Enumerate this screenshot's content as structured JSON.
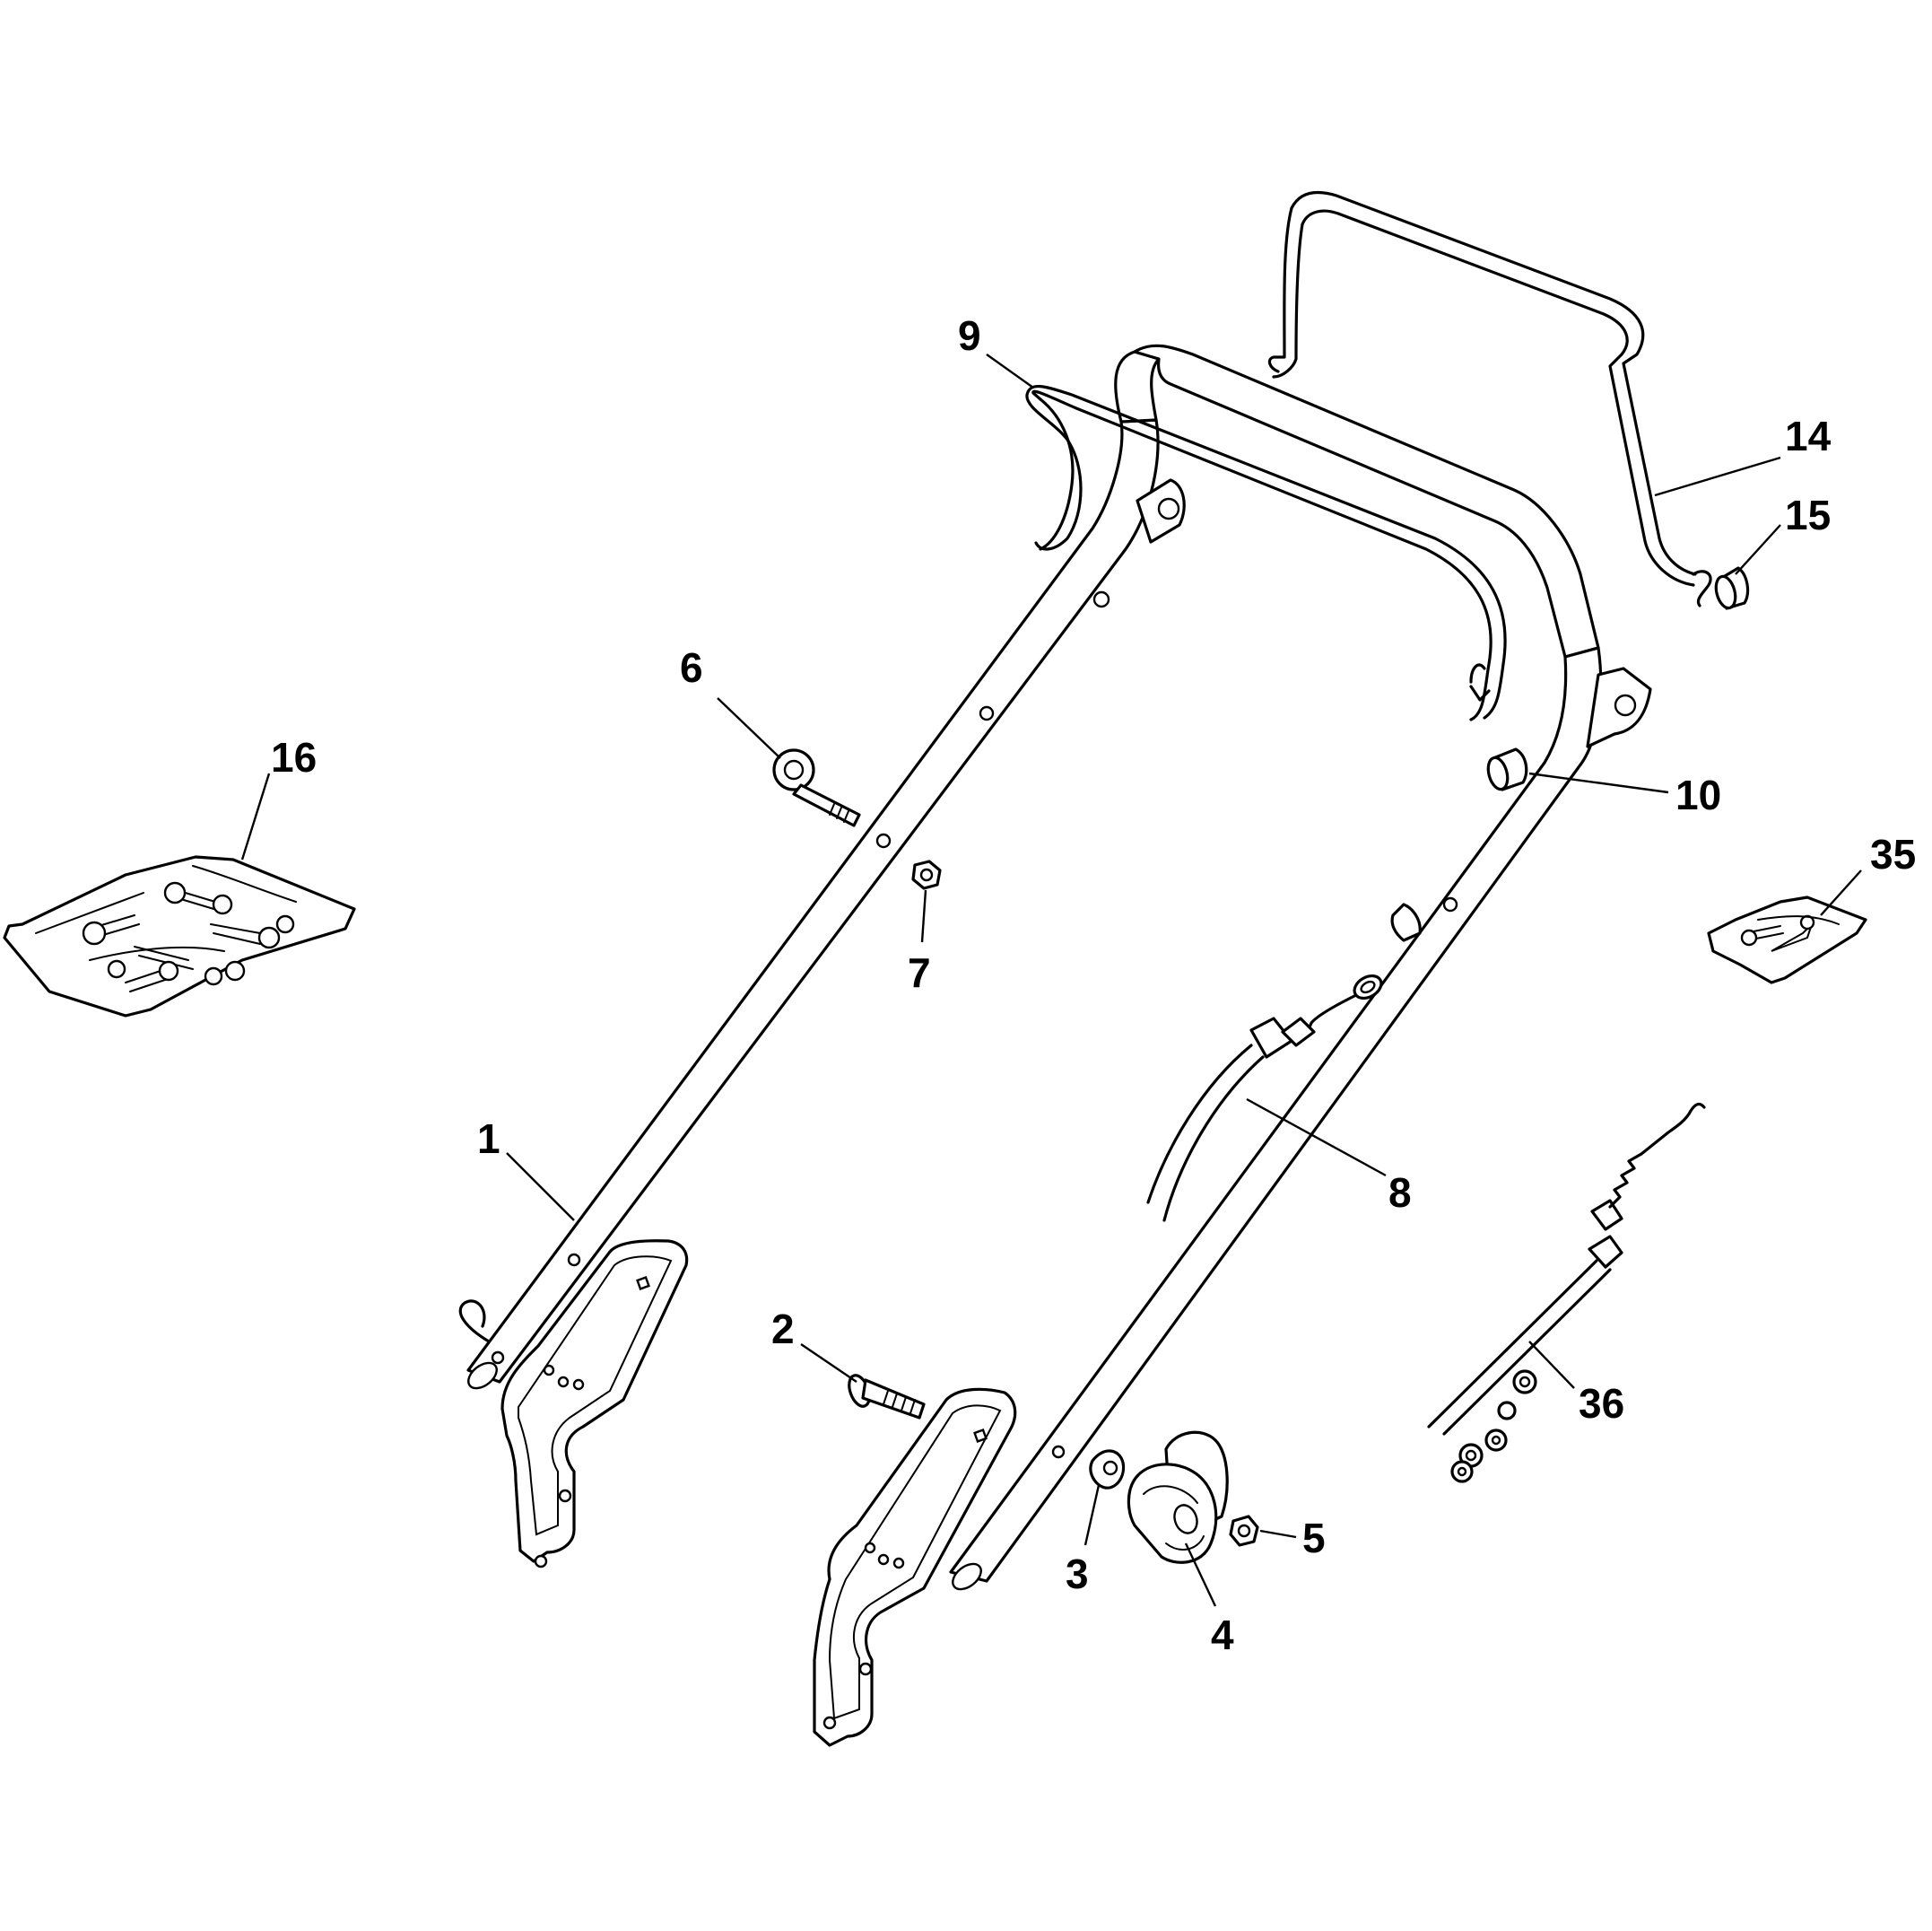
{
  "callouts": {
    "c1": "1",
    "c2": "2",
    "c3": "3",
    "c4": "4",
    "c5": "5",
    "c6": "6",
    "c7": "7",
    "c8": "8",
    "c9": "9",
    "c10": "10",
    "c14": "14",
    "c15": "15",
    "c16": "16",
    "c35": "35",
    "c36": "36"
  }
}
